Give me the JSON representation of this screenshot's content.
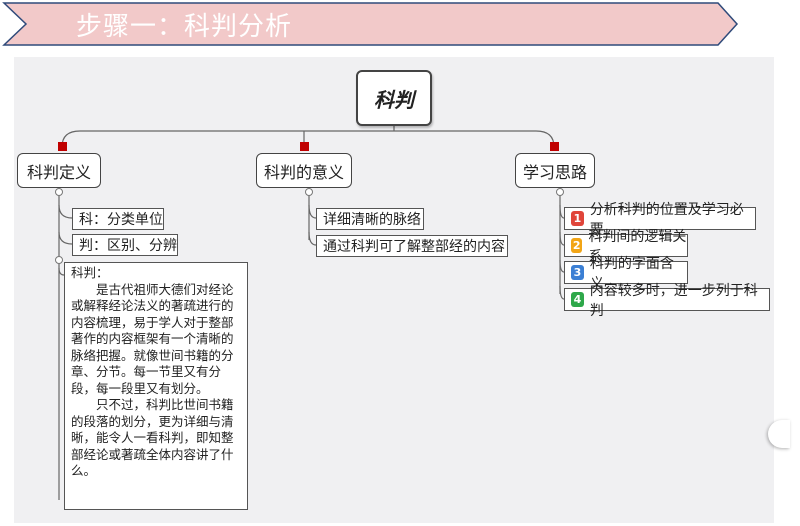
{
  "banner": {
    "title": "步骤一：科判分析",
    "bg_color": "#f2c9c9",
    "border_color": "#2f4a7a"
  },
  "root": {
    "label": "科判"
  },
  "branches": [
    {
      "label": "科判定义",
      "children": [
        "科：分类单位",
        "判：区别、分辨"
      ]
    },
    {
      "label": "科判的意义",
      "children": [
        "详细清晰的脉络",
        "通过科判可了解整部经的内容"
      ]
    },
    {
      "label": "学习思路",
      "children": [
        {
          "num": "1",
          "color": "#e0453a",
          "text": "分析科判的位置及学习必要"
        },
        {
          "num": "2",
          "color": "#f2a516",
          "text": "科判间的逻辑关系"
        },
        {
          "num": "3",
          "color": "#3b7fd4",
          "text": "科判的字面含义"
        },
        {
          "num": "4",
          "color": "#2ea84a",
          "text": "内容较多时，进一步列于科判"
        }
      ]
    }
  ],
  "note": {
    "title": "科判：",
    "para1": "是古代祖师大德们对经论或解释经论法义的著疏进行的内容梳理，易于学人对于整部著作的内容框架有一个清晰的脉络把握。就像世间书籍的分章、分节。每一节里又有分段，每一段里又有划分。",
    "para2": "只不过，科判比世间书籍的段落的划分，更为详细与清晰，能令人一看科判，即知整部经论或著疏全体内容讲了什么。"
  }
}
